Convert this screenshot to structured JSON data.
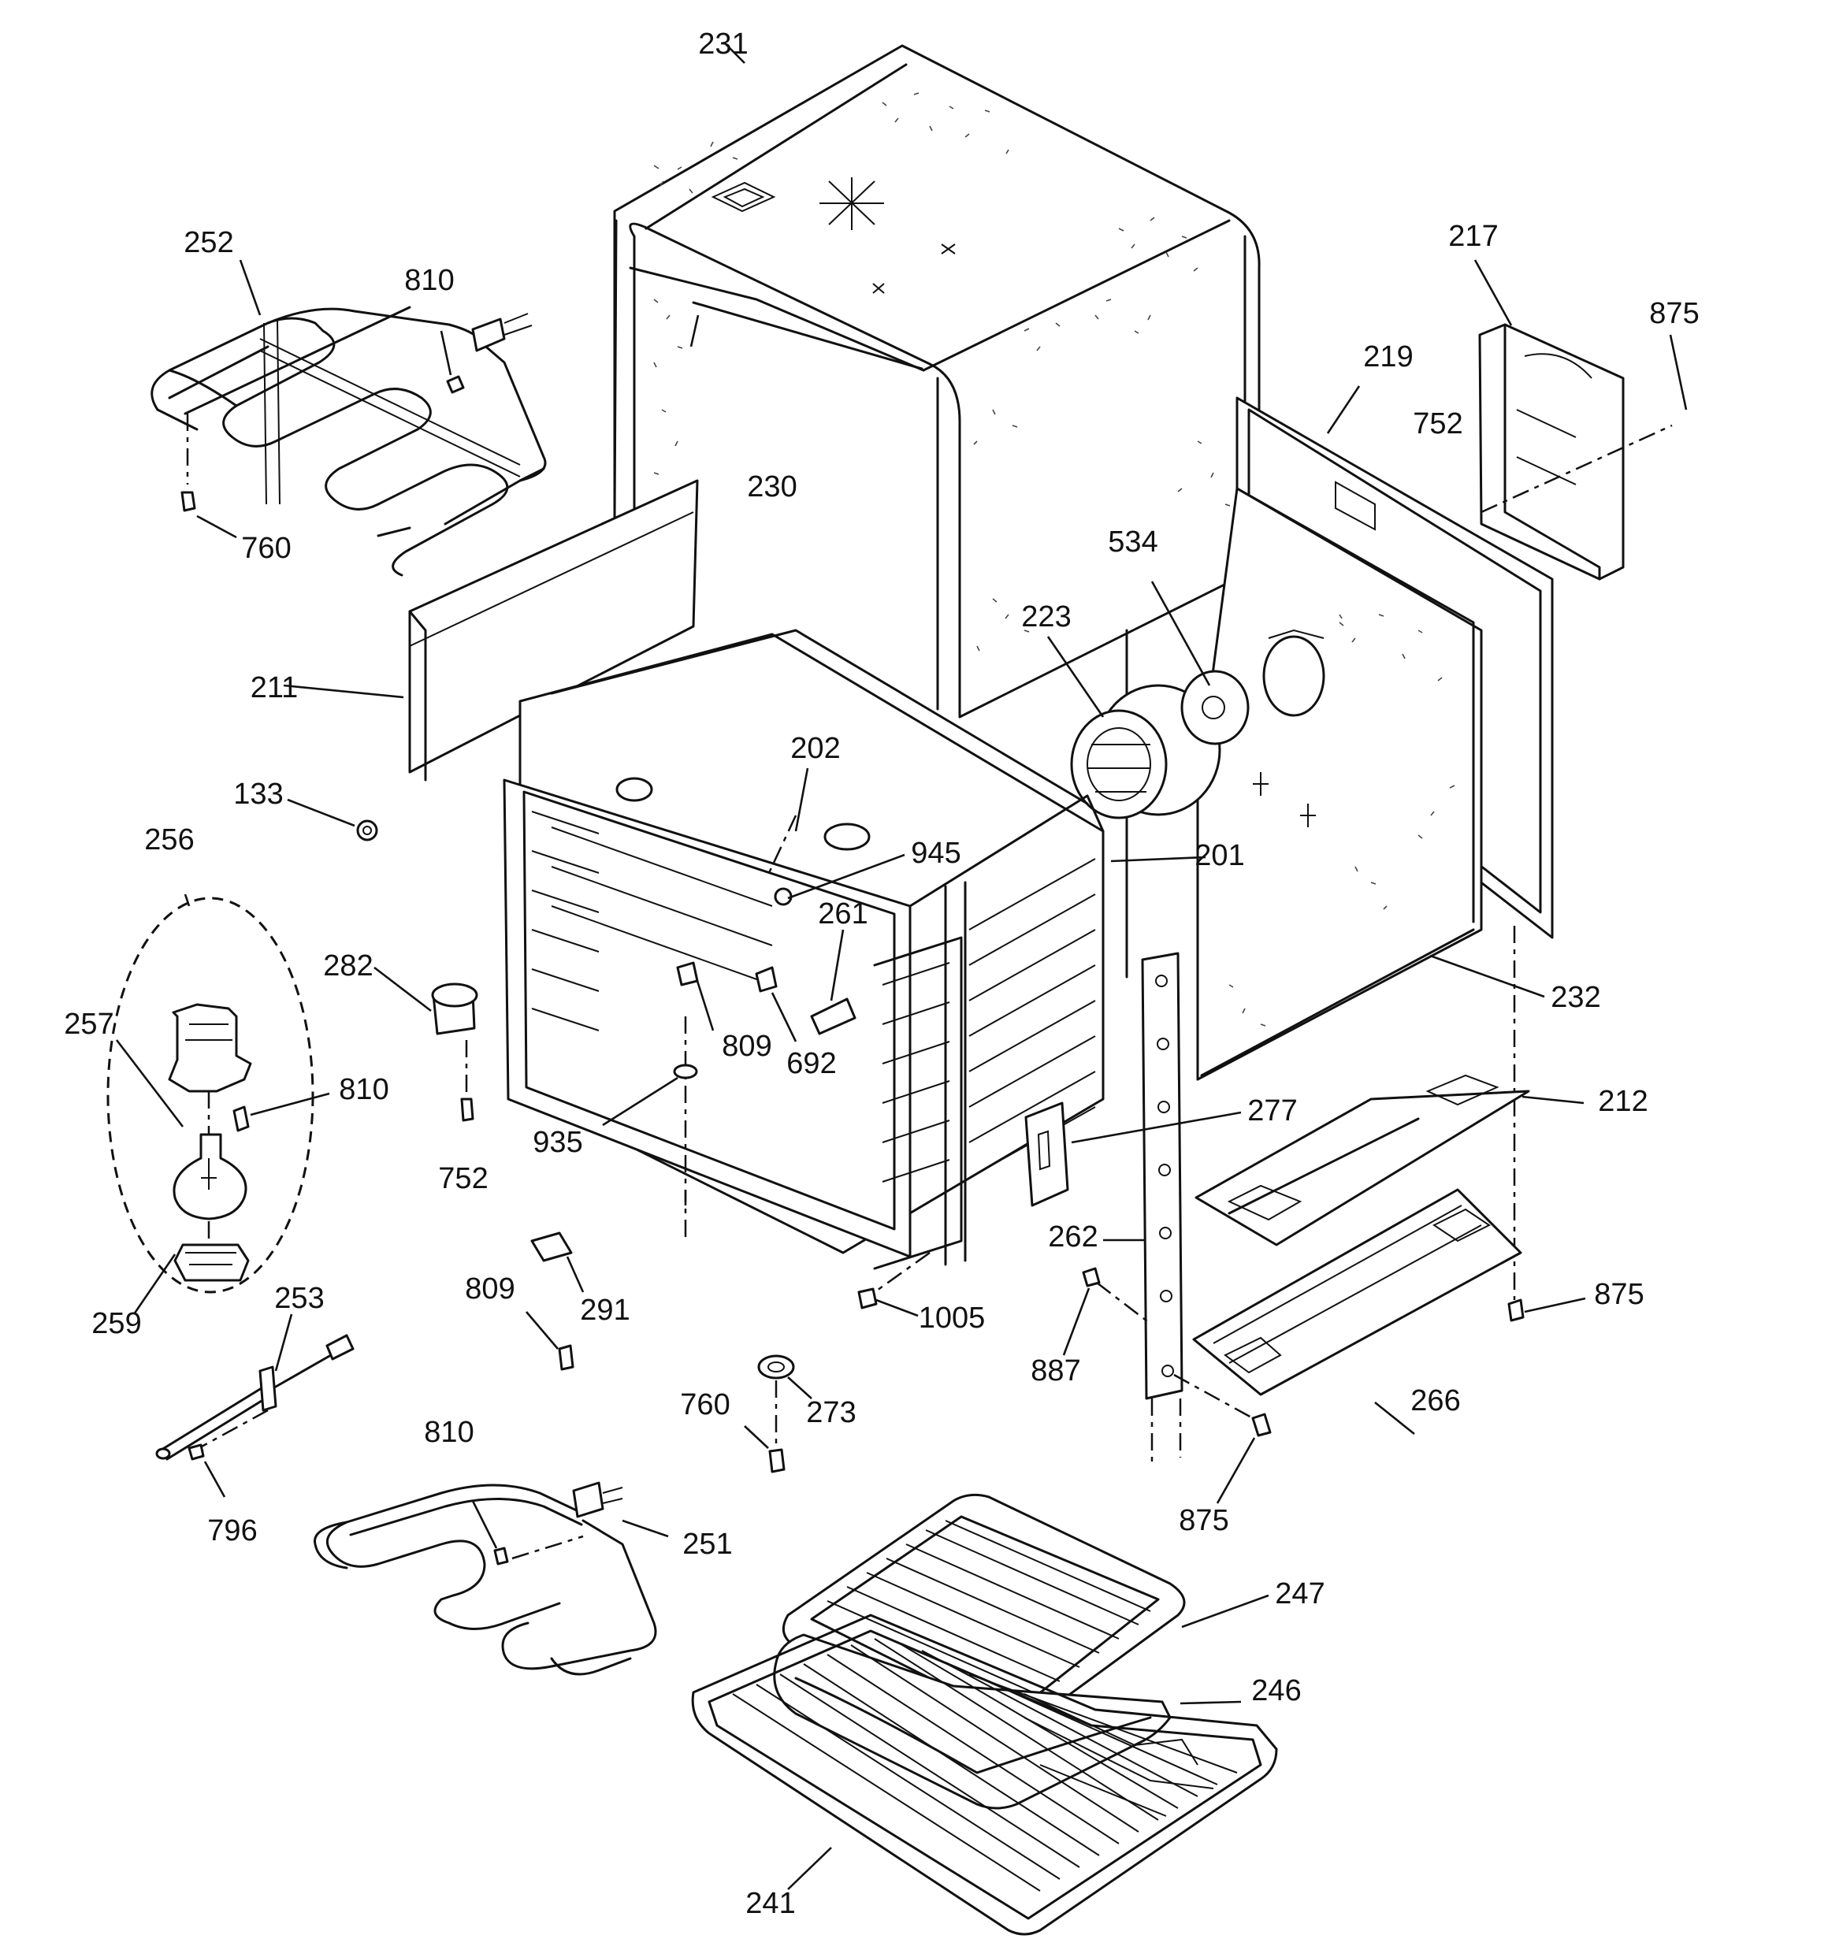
{
  "labels": {
    "p231": "231",
    "p252": "252",
    "p810a": "810",
    "p230": "230",
    "p760a": "760",
    "p217": "217",
    "p875a": "875",
    "p219": "219",
    "p752a": "752",
    "p534": "534",
    "p223": "223",
    "p211": "211",
    "p202": "202",
    "p133": "133",
    "p256": "256",
    "p945": "945",
    "p201": "201",
    "p261": "261",
    "p282": "282",
    "p257": "257",
    "p810b": "810",
    "p809a": "809",
    "p692": "692",
    "p232": "232",
    "p212": "212",
    "p277": "277",
    "p935": "935",
    "p752b": "752",
    "p262": "262",
    "p259": "259",
    "p253": "253",
    "p809b": "809",
    "p291": "291",
    "p1005": "1005",
    "p875b": "875",
    "p887": "887",
    "p266": "266",
    "p760b": "760",
    "p273": "273",
    "p810c": "810",
    "p796": "796",
    "p251": "251",
    "p875c": "875",
    "p247": "247",
    "p246": "246",
    "p241": "241"
  }
}
